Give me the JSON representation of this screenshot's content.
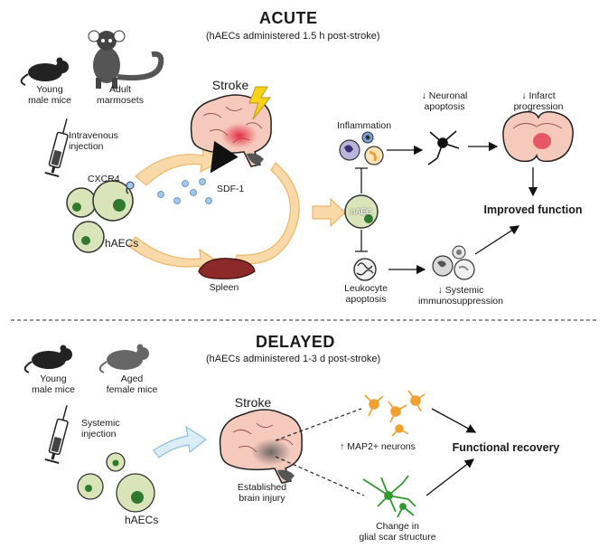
{
  "acute": {
    "title": "ACUTE",
    "subtitle": "(hAECs administered 1.5 h post-stroke)",
    "animal1": "Young\nmale mice",
    "animal2": "Adult\nmarmosets",
    "route": "Intravenous\ninjection",
    "receptor": "CXCR4",
    "cells": "hAECs",
    "stroke": "Stroke",
    "ligand": "SDF-1",
    "spleen": "Spleen",
    "hub": "hAEC",
    "inflammation": "Inflammation",
    "neuronal": "Neuronal\napoptosis",
    "infarct": "Infarct\nprogression",
    "improved": "Improved function",
    "leukocyte": "Leukocyte\napoptosis",
    "systemic": "Systemic\nimmunosuppression",
    "down_arrow": "↓"
  },
  "delayed": {
    "title": "DELAYED",
    "subtitle": "(hAECs administered 1-3 d post-stroke)",
    "animal1": "Young\nmale mice",
    "animal2": "Aged\nfemale mice",
    "route": "Systemic\ninjection",
    "cells": "hAECs",
    "stroke": "Stroke",
    "injury": "Established\nbrain injury",
    "neurons": "MAP2+ neurons",
    "up_arrow": "↑",
    "scar": "Change in\nglial scar structure",
    "recovery": "Functional recovery"
  },
  "colors": {
    "cell_fill": "#d9e4b8",
    "cell_nucleus": "#2f7a2f",
    "orange_arrow": "#f6c98a",
    "blue_arrow": "#cfe6f5",
    "brain": "#f3c2b8",
    "lesion": "#d9344a",
    "neuron": "#f0a030",
    "glia": "#2e9a2e",
    "spleen": "#8c2a2a"
  },
  "icons": [
    "mouse-icon",
    "marmoset-icon",
    "syringe-icon",
    "brain-icon",
    "lightning-icon",
    "neuron-icon",
    "coronal-brain-icon",
    "spleen-icon",
    "leukocyte-icon",
    "glial-cell-icon"
  ]
}
